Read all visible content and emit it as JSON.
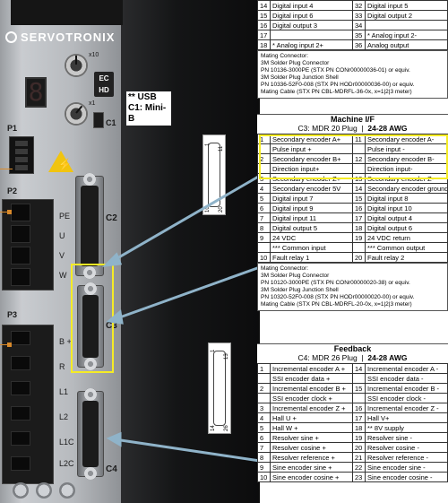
{
  "brand": {
    "name": "SERVOTRONIX"
  },
  "drive": {
    "display_digit": "8",
    "rotary_x10": "x10",
    "rotary_x1": "x1",
    "hd_badge": "EC HD",
    "labels": {
      "p1": "P1",
      "p2": "P2",
      "p3": "P3",
      "c1": "C1",
      "c2": "C2",
      "c3": "C3",
      "c4": "C4"
    },
    "p2_letters": [
      "PE",
      "U",
      "V",
      "W"
    ],
    "p3_letters": [
      "B +",
      "R",
      "L1",
      "L2",
      "L1C",
      "L2C"
    ],
    "usb_label_line1": "** USB",
    "usb_label_line2": "C1: Mini-B"
  },
  "top_table": {
    "rows": [
      [
        "14",
        "Digital input 4",
        "32",
        "Digital input 5"
      ],
      [
        "15",
        "Digital input 6",
        "33",
        "Digital output 2"
      ],
      [
        "16",
        "Digital output 3",
        "34",
        ""
      ],
      [
        "17",
        "",
        "35",
        "* Analog input 2-"
      ],
      [
        "18",
        "* Analog input 2+",
        "36",
        "Analog output"
      ]
    ],
    "mating_lines": [
      "Mating Connector:",
      "3M Solder Plug Connector",
      "PN 10136-3000PE (STX PN CONr00000036-01)  or equiv.",
      "3M Solder Plug Junction Shell",
      "PN 10336-52F0-008 (STX PN HODr00000036-00) or equiv.",
      "Mating Cable (STX PN CBL-MDRFL-36-0x, x=1|2|3 meter)"
    ]
  },
  "machine_if": {
    "title": "Machine I/F",
    "subtitle_connector": "C3: MDR 20 Plug",
    "subtitle_awg": "24-28 AWG",
    "rows": [
      [
        "1",
        "Secondary encoder A+",
        "11",
        "Secondary encoder A-"
      ],
      [
        "",
        "Pulse input +",
        "",
        "Pulse input -"
      ],
      [
        "2",
        "Secondary encoder B+",
        "12",
        "Secondary encoder B-"
      ],
      [
        "",
        "Direction input+",
        "",
        "Direction input-"
      ],
      [
        "3",
        "Secondary encoder Z+",
        "13",
        "Secondary encoder Z-"
      ],
      [
        "4",
        "Secondary encoder 5V",
        "14",
        "Secondary encoder ground"
      ],
      [
        "5",
        "Digital input 7",
        "15",
        "Digital input 8"
      ],
      [
        "6",
        "Digital input 9",
        "16",
        "Digital input 10"
      ],
      [
        "7",
        "Digital input 11",
        "17",
        "Digital output 4"
      ],
      [
        "8",
        "Digital output 5",
        "18",
        "Digital output 6"
      ],
      [
        "9",
        "24 VDC",
        "19",
        "24 VDC return"
      ],
      [
        "",
        "*** Common input",
        "",
        "*** Common output"
      ],
      [
        "10",
        "Fault relay 1",
        "20",
        "Fault relay 2"
      ]
    ],
    "mating_lines": [
      "Mating Connector:",
      "3M Solder Plug Connector",
      "PN 10120-3000PE (STX PN CONr00000020-38) or equiv.",
      "3M Solder Plug Junction Shell",
      "PN 10320-52F0-008 (STX PN HODr00000020-00) or equiv.",
      "Mating Cable (STX PN CBL-MDRFL-20-0x, x=1|2|3 meter)"
    ],
    "diagram_pins": [
      "10",
      "1",
      "20",
      "11"
    ]
  },
  "feedback": {
    "title": "Feedback",
    "subtitle_connector": "C4: MDR 26 Plug",
    "subtitle_awg": "24-28 AWG",
    "rows": [
      [
        "1",
        "Incremental encoder A +",
        "14",
        "Incremental encoder A -"
      ],
      [
        "",
        "SSI encoder data +",
        "",
        "SSI encoder data -"
      ],
      [
        "2",
        "Incremental encoder B +",
        "15",
        "Incremental encoder B -"
      ],
      [
        "",
        "SSI encoder clock +",
        "",
        "SSI encoder clock -"
      ],
      [
        "3",
        "Incremental encoder Z +",
        "16",
        "Incremental encoder Z -"
      ],
      [
        "4",
        "Hall U +",
        "17",
        "Hall V+"
      ],
      [
        "5",
        "Hall W +",
        "18",
        "** 8V supply"
      ],
      [
        "6",
        "Resolver sine +",
        "19",
        "Resolver sine -"
      ],
      [
        "7",
        "Resolver cosine +",
        "20",
        "Resolver cosine -"
      ],
      [
        "8",
        "Resolver reference +",
        "21",
        "Resolver reference -"
      ],
      [
        "9",
        "Sine encoder sine +",
        "22",
        "Sine encoder sine -"
      ],
      [
        "10",
        "Sine encoder cosine +",
        "23",
        "Sine encoder cosine -"
      ]
    ],
    "diagram_pins": [
      "14",
      "1",
      "26",
      "13"
    ]
  },
  "colors": {
    "highlight": "#f5ec25",
    "callout": "#d98a2b",
    "arrow": "#8fb3c9"
  }
}
